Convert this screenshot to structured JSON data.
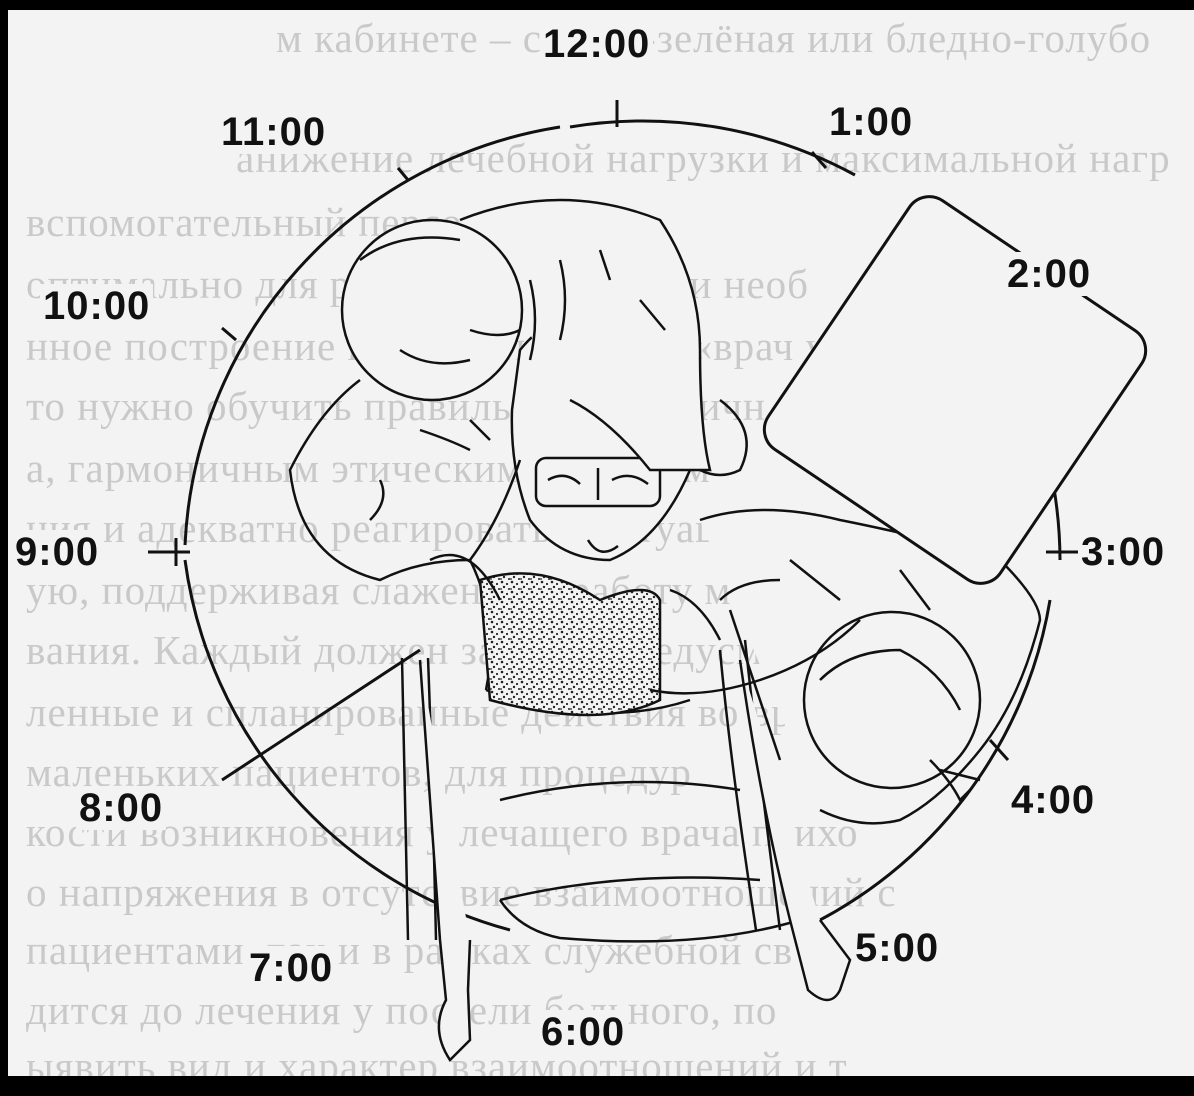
{
  "colors": {
    "background": "#000000",
    "paper": "#f3f3f3",
    "ink": "#111111",
    "faded_text": "#c9c9c9"
  },
  "clock_positions": [
    {
      "id": "12",
      "label": "12:00"
    },
    {
      "id": "1",
      "label": "1:00"
    },
    {
      "id": "2",
      "label": "2:00"
    },
    {
      "id": "3",
      "label": "3:00"
    },
    {
      "id": "4",
      "label": "4:00"
    },
    {
      "id": "5",
      "label": "5:00"
    },
    {
      "id": "6",
      "label": "6:00"
    },
    {
      "id": "7",
      "label": "7:00"
    },
    {
      "id": "8",
      "label": "8:00"
    },
    {
      "id": "9",
      "label": "9:00"
    },
    {
      "id": "10",
      "label": "10:00"
    },
    {
      "id": "11",
      "label": "11:00"
    }
  ],
  "background_text": [
    "м кабинете – светло-зелёная или бледно-голубо",
    "анижение лечебной нагрузки и максимальной нагр",
    "вспомогательный персонал.",
    "оптимально для решения этой задачи необ",
    "нное построение взаимоотношений «врач у па",
    "то нужно обучить правильным межличн",
    "а, гармоничным этическим понятиям",
    "ния и адекватно реагировать в ситуации общ",
    "ую, поддерживая слаженную работу медиц",
    "вания. Каждый должен заранее предусмотреть",
    "ленные и спланированные действия во время при",
    "маленьких пациентов, для процедур",
    "кости возникновения у лечащего врача психо",
    "о напряжения в отсутствие взаимоотношений с",
    "пациентами, так и в рамках служебной св",
    "дится до лечения у постели больного, по",
    "ыявить вид и характер взаимоотношений и т"
  ]
}
